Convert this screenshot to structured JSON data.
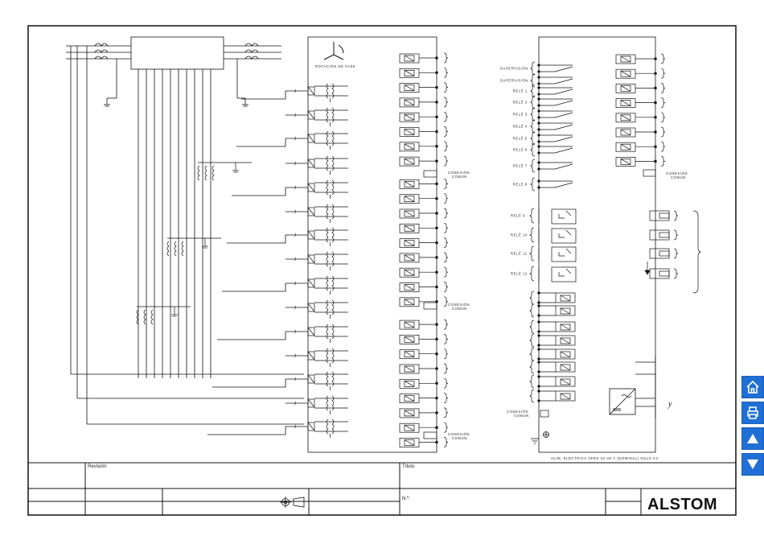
{
  "diagram": {
    "phase_rotation_label": "ROTACIÓN DE FASE",
    "common_connection": [
      "CONEXIÓN",
      "COMÚN"
    ],
    "relay_labels_top": [
      "SUPERVISIÓN",
      "SUPERVISIÓN",
      "RELÉ 1",
      "RELÉ 2",
      "RELÉ 3",
      "RELÉ 4",
      "RELÉ 5",
      "RELÉ 6",
      "RELÉ 7",
      "RELÉ 8"
    ],
    "relay_labels_mid": [
      "RELÉ 9",
      "RELÉ 10",
      "RELÉ 11",
      "RELÉ 12"
    ],
    "power_supply_label": "ALIM. ELÉCTRICA VERS 22-48 V (NOMINAL) SOLO CC",
    "supply_output_symbol": "y",
    "current_symbol": "I"
  },
  "title_block": {
    "revision_label": "Revisión:",
    "title_label": "Título:",
    "number_label": "N.º:",
    "logo_text": "ALSTOM"
  },
  "nav": {
    "home_icon": "home-icon",
    "print_icon": "print-icon",
    "up_icon": "arrow-up-icon",
    "down_icon": "arrow-down-icon"
  }
}
